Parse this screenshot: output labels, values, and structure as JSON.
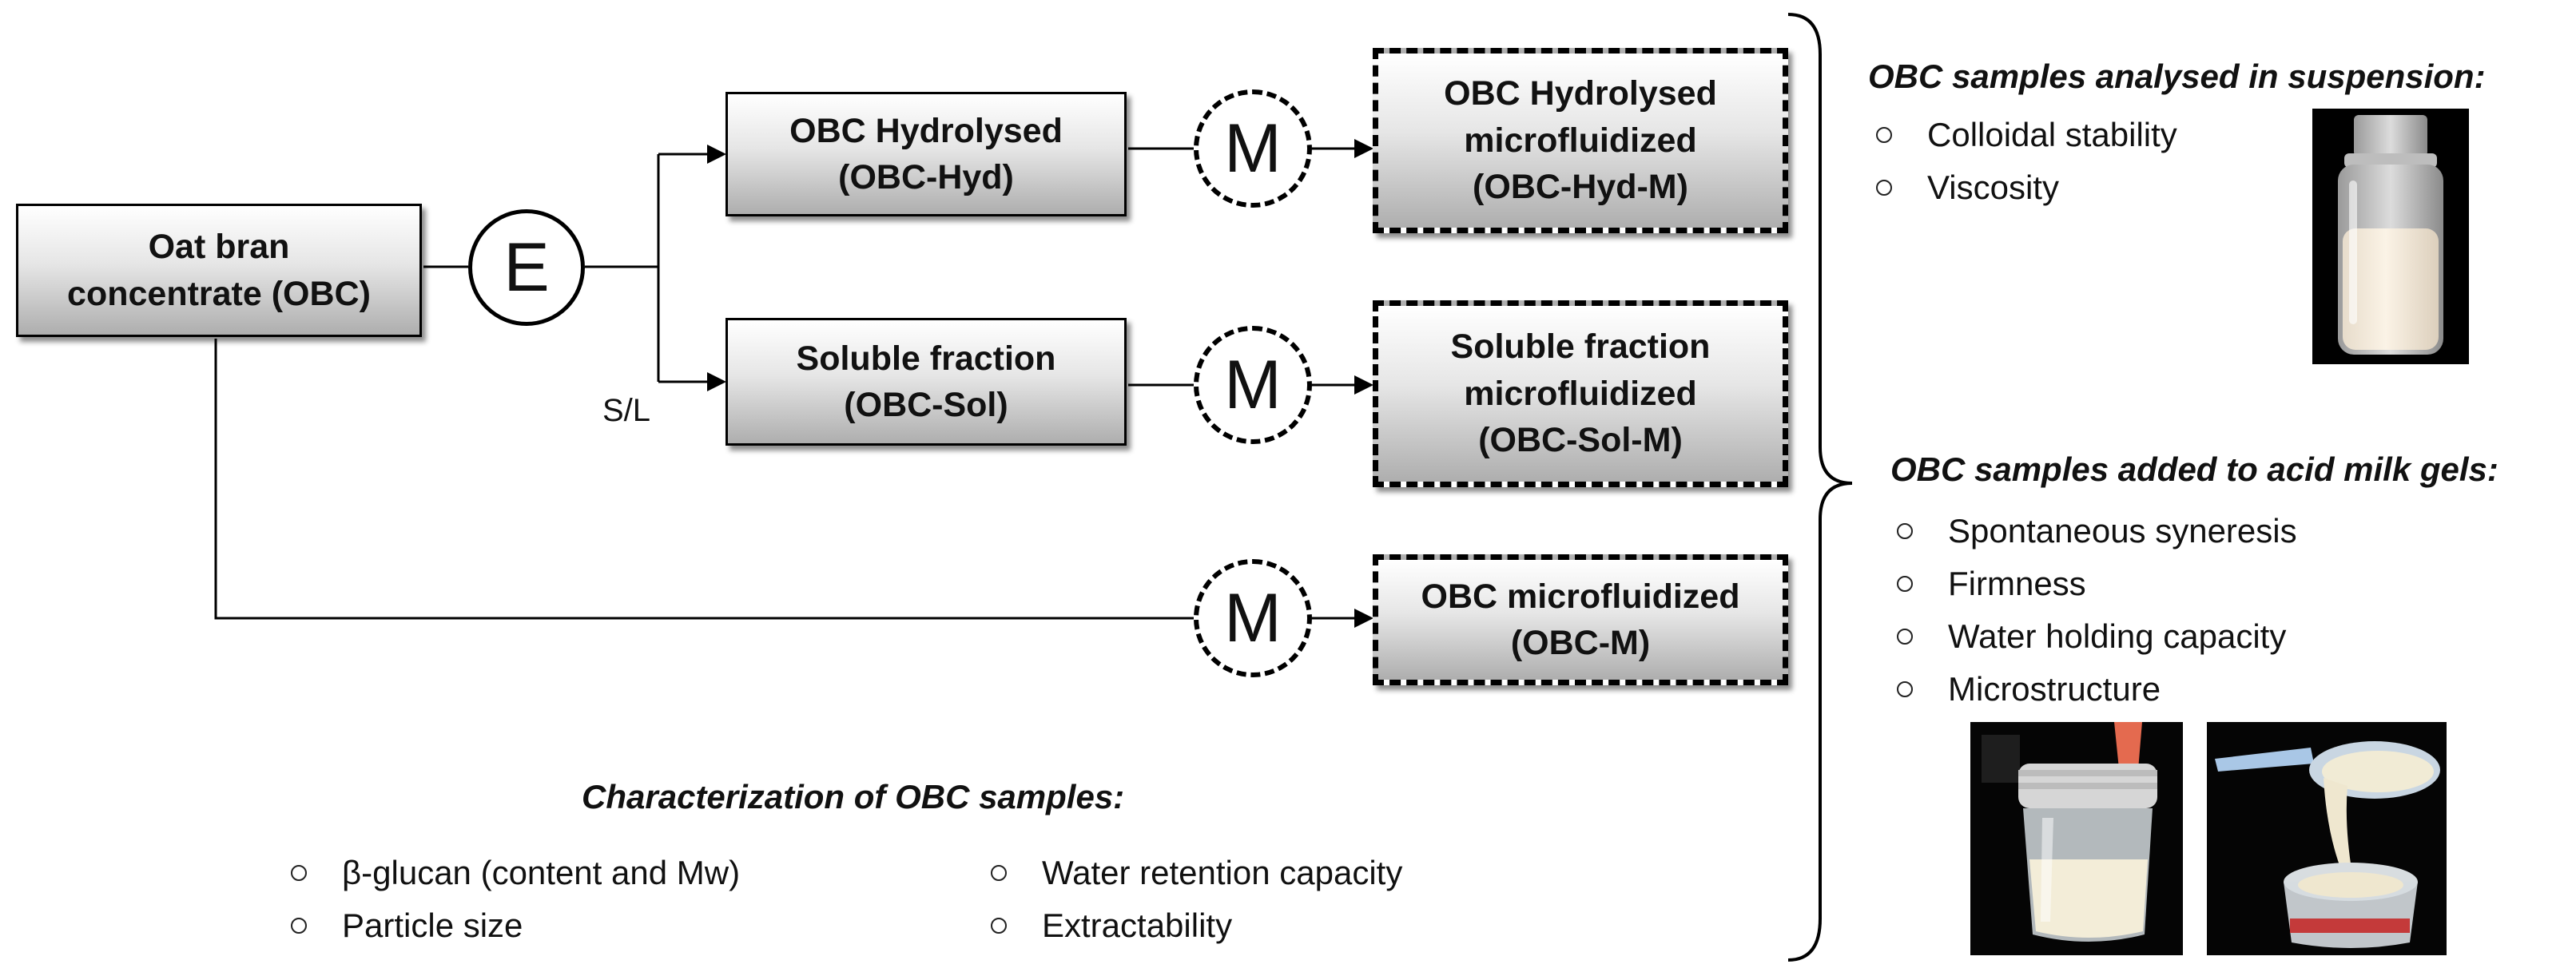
{
  "nodes": {
    "obc": "Oat bran concentrate (OBC)",
    "hyd": "OBC Hydrolysed (OBC-Hyd)",
    "sol": "Soluble fraction (OBC-Sol)",
    "hyd_m": "OBC Hydrolysed microfluidized (OBC-Hyd-M)",
    "sol_m": "Soluble fraction microfluidized (OBC-Sol-M)",
    "obc_m": "OBC microfluidized (OBC-M)"
  },
  "operations": {
    "e": "E",
    "m": "M",
    "split_label": "S/L"
  },
  "suspension": {
    "heading": "OBC samples analysed in suspension:",
    "items": [
      "Colloidal stability",
      "Viscosity"
    ]
  },
  "milk_gels": {
    "heading": "OBC samples added to acid milk gels:",
    "items": [
      "Spontaneous syneresis",
      "Firmness",
      "Water holding capacity",
      "Microstructure"
    ]
  },
  "characterization": {
    "heading": "Characterization of OBC samples:",
    "items_left": [
      "β-glucan (content and Mw)",
      "Particle size"
    ],
    "items_right": [
      "Water retention capacity",
      "Extractability"
    ]
  },
  "icons": {
    "bullet": "hollow-circle-bullet",
    "arrow": "filled-triangle-arrowhead"
  },
  "colors": {
    "line": "#000000",
    "box_gradient_top": "#ffffff",
    "box_gradient_bottom": "#aeaeae"
  }
}
